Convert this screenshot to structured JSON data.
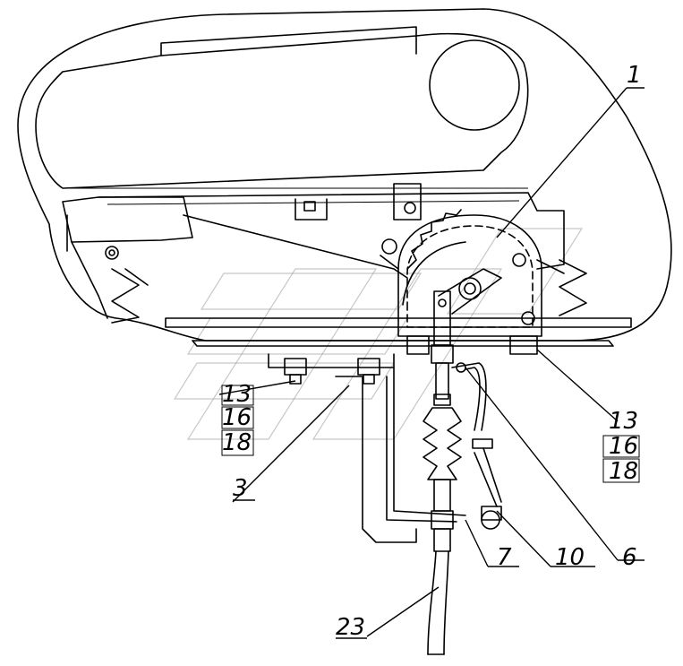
{
  "callouts": {
    "c1": "1",
    "c3": "3",
    "c6": "6",
    "c7": "7",
    "c10": "10",
    "c23": "23",
    "left_group": [
      "13",
      "16",
      "18"
    ],
    "right_group": [
      "13",
      "16",
      "18"
    ]
  },
  "colors": {
    "line": "#000000",
    "background": "#ffffff",
    "watermark": "#9a9a9a"
  }
}
